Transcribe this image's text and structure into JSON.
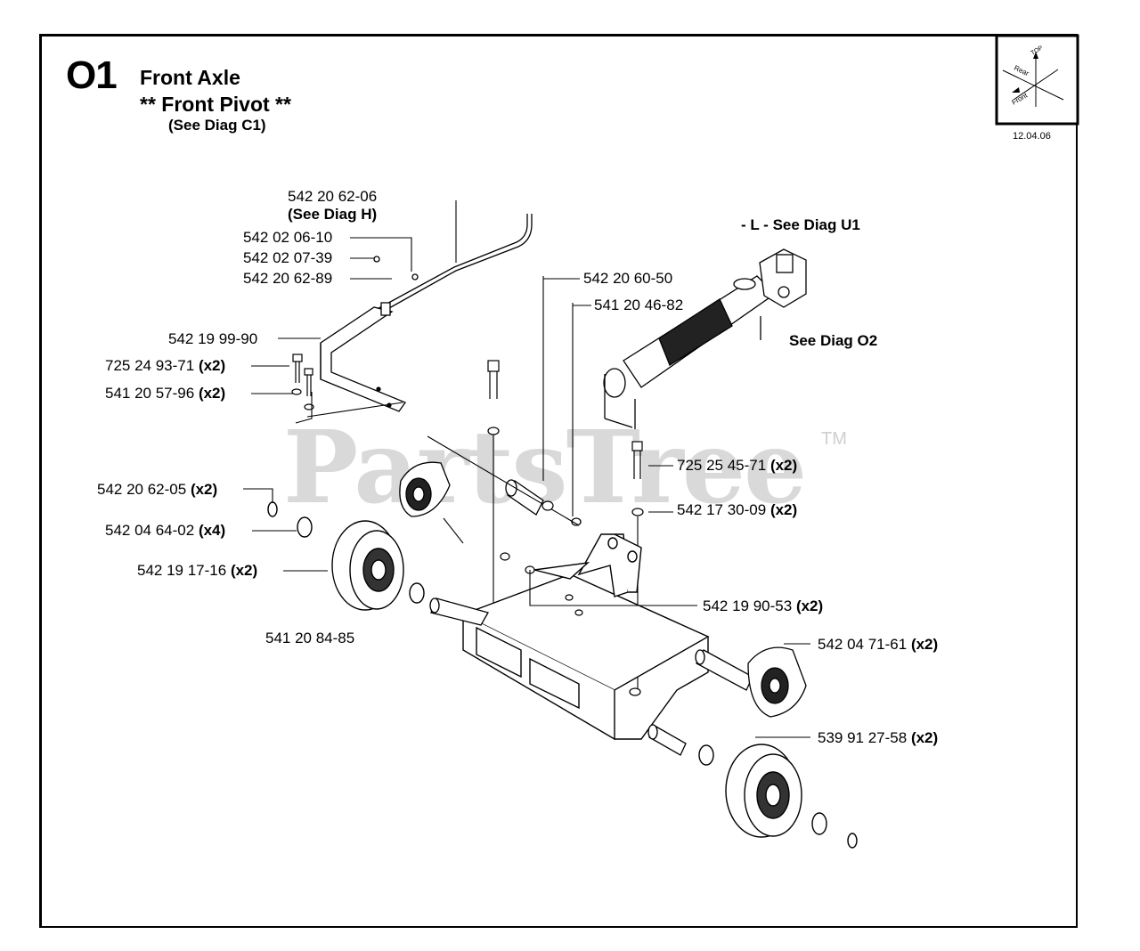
{
  "header": {
    "code": "O1",
    "title": "Front Axle",
    "subtitle": "** Front Pivot **",
    "see_diag": "(See Diag C1)",
    "date": "12.04.06"
  },
  "orientation_icon": {
    "top": "TOP",
    "rear": "Rear",
    "front": "Front"
  },
  "watermark": {
    "text": "PartsTree",
    "tm": "TM"
  },
  "labels": {
    "l1": "542 20 62-06",
    "l1b": "(See Diag H)",
    "l2": "542 02 06-10",
    "l3": "542 02 07-39",
    "l4": "542 20 62-89",
    "l5": "542 19 99-90",
    "l6": "725 24 93-71",
    "l6q": "(x2)",
    "l7": "541 20 57-96",
    "l7q": "(x2)",
    "l8": "542 20 60-50",
    "l9": "541 20 46-82",
    "l10": "- L -  See Diag U1",
    "l11": "See Diag O2",
    "l12": "725 25 45-71",
    "l12q": "(x2)",
    "l13": "542 17 30-09",
    "l13q": "(x2)",
    "l14": "542 20 62-05",
    "l14q": "(x2)",
    "l15": "542 04 64-02",
    "l15q": "(x4)",
    "l16": "542 19 17-16",
    "l16q": "(x2)",
    "l17": "541 20 84-85",
    "l18": "542 19 90-53",
    "l18q": "(x2)",
    "l19": "542 04 71-61",
    "l19q": "(x2)",
    "l20": "539 91 27-58",
    "l20q": "(x2)"
  }
}
